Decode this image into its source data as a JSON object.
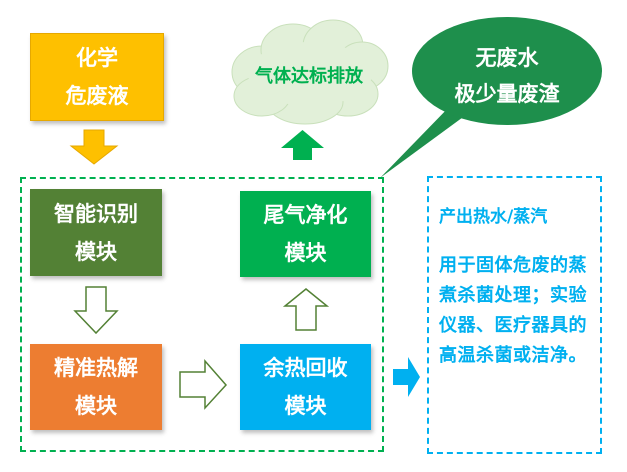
{
  "chemical_waste": [
    "化学",
    "危废液"
  ],
  "exhaust_standard": "气体达标排放",
  "no_waste": [
    "无废水",
    "极少量废渣"
  ],
  "modules": {
    "smart_identify": [
      "智能识别",
      "模块"
    ],
    "pyrolysis": [
      "精准热解",
      "模块"
    ],
    "tail_gas": [
      "尾气净化",
      "模块"
    ],
    "heat_recovery": [
      "余热回收",
      "模块"
    ]
  },
  "output": {
    "title": "产出热水/蒸汽",
    "description": "用于固体危废的蒸煮杀菌处理；实验仪器、医疗器具的高温杀菌或洁净。"
  },
  "colors": {
    "yellow": "#fec000",
    "dark_green": "#538135",
    "orange": "#ed7d31",
    "green": "#00b050",
    "blue": "#00b0f0",
    "bubble_green": "#1e8f4c"
  }
}
